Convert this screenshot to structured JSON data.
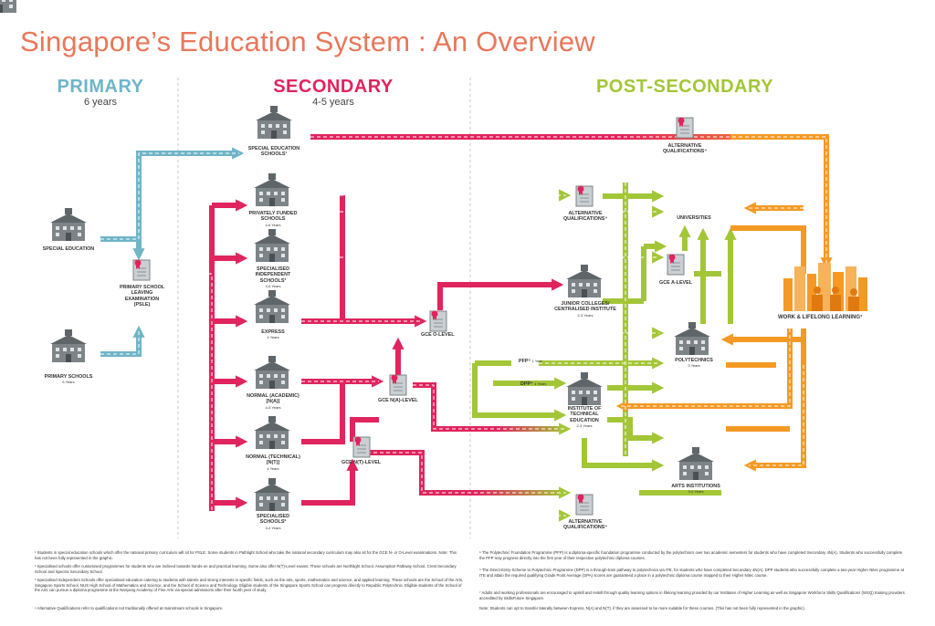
{
  "title": "Singapore’s Education System : An Overview",
  "colors": {
    "primary": "#6fb5c8",
    "secondary": "#e0245e",
    "post_secondary": "#a3c637",
    "lifelong": "#f49a24",
    "title": "#e9775a"
  },
  "phases": {
    "primary": {
      "label": "PRIMARY",
      "duration": "6 years"
    },
    "secondary": {
      "label": "SECONDARY",
      "duration": "4-5 years"
    },
    "post_secondary": {
      "label": "POST-SECONDARY"
    }
  },
  "nodes": {
    "special_education": {
      "name": "SPECIAL EDUCATION",
      "icon": "school-building-icon"
    },
    "primary_schools": {
      "name": "PRIMARY SCHOOLS",
      "years": "6 Years",
      "icon": "school-building-icon"
    },
    "psle": {
      "name": "PRIMARY SCHOOL LEAVING EXAMINATION (PSLE)",
      "icon": "certificate-icon"
    },
    "special_education_schools": {
      "name": "SPECIAL EDUCATION SCHOOLS¹",
      "icon": "school-building-icon"
    },
    "privately_funded": {
      "name": "PRIVATELY FUNDED SCHOOLS",
      "years": "4-6 Years",
      "icon": "school-building-icon"
    },
    "specialised_independent": {
      "name": "SPECIALISED INDEPENDENT SCHOOLS³",
      "years": "4-6 Years",
      "icon": "school-building-icon"
    },
    "express": {
      "name": "EXPRESS",
      "years": "4 Years",
      "icon": "school-building-icon"
    },
    "normal_academic": {
      "name": "NORMAL (ACADEMIC) [N(A)]",
      "years": "4-5 Years",
      "icon": "school-building-icon"
    },
    "normal_technical": {
      "name": "NORMAL (TECHNICAL) [N(T)]",
      "years": "4 Years",
      "icon": "school-building-icon"
    },
    "specialised_schools": {
      "name": "SPECIALISED SCHOOLS²",
      "years": "3-4 Years",
      "icon": "school-building-icon"
    },
    "gce_o_level": {
      "name": "GCE O-LEVEL",
      "icon": "certificate-icon"
    },
    "gce_na_level": {
      "name": "GCE N(A)-LEVEL",
      "icon": "certificate-icon"
    },
    "gce_nt_level": {
      "name": "GCE N(T)-LEVEL",
      "icon": "certificate-icon"
    },
    "alt_quals_top": {
      "name": "ALTERNATIVE QUALIFICATIONS⁴",
      "icon": "certificate-icon"
    },
    "alt_quals_mid": {
      "name": "ALTERNATIVE QUALIFICATIONS⁴",
      "icon": "certificate-icon"
    },
    "alt_quals_bottom": {
      "name": "ALTERNATIVE QUALIFICATIONS⁴",
      "icon": "certificate-icon"
    },
    "universities": {
      "name": "UNIVERSITIES",
      "icon": "university-building-icon"
    },
    "gce_a_level": {
      "name": "GCE A-LEVEL",
      "icon": "certificate-icon"
    },
    "junior_colleges": {
      "name": "JUNIOR COLLEGES/ CENTRALISED INSTITUTE",
      "years": "2-3 Years",
      "icon": "school-building-icon"
    },
    "polytechnics": {
      "name": "POLYTECHNICS",
      "years": "3 Years",
      "icon": "school-building-icon"
    },
    "ite": {
      "name": "INSTITUTE OF TECHNICAL EDUCATION",
      "years": "2-3 Years",
      "icon": "school-building-icon"
    },
    "arts_institutions": {
      "name": "ARTS INSTITUTIONS",
      "years": "3-4 Years",
      "icon": "arts-building-icon"
    },
    "work_lifelong": {
      "name": "WORK & LIFELONG LEARNING⁷",
      "icon": "city-people-icon"
    }
  },
  "pathway_labels": {
    "pfp": "PFP⁵",
    "pfp_years": "1 Year",
    "dpp": "DPP⁶",
    "dpp_years": "4 Years"
  },
  "footnotes": {
    "left": [
      "¹ Students in special education schools which offer the national primary curriculum will sit for PSLE. Some students in Pathlight School who take the national secondary curriculum may also sit for the GCE N- or O-Level examinations. Note: This has not been fully represented in the graphic.",
      "² Specialised schools offer customised programmes for students who are inclined towards hands-on and practical learning. Some also offer N(T)-Level exams. These schools are Northlight School, Assumption Pathway School, Crest Secondary School and Spectra Secondary School.",
      "³ Specialised Independent Schools offer specialised education catering to students with talents and strong interests in specific fields, such as the arts, sports, mathematics and science, and applied learning. These schools are the School of the Arts, Singapore Sports School, NUS High School of Mathematics and Science, and the School of Science and Technology. Eligible students of the Singapore Sports School can progress directly to Republic Polytechnic. Eligible students of the School of the Arts can pursue a diploma programme at the Nanyang Academy of Fine Arts via special admissions after their fourth year of study.",
      "⁴ Alternative Qualifications refer to qualifications not traditionally offered at mainstream schools in Singapore."
    ],
    "right": [
      "⁵ The Polytechnic Foundation Programme (PFP) is a diploma-specific foundation programme conducted by the polytechnics over two academic semesters for students who have completed Secondary 4N(A). Students who successfully complete the PFP may progress directly into the first year of their respective polytechnic diploma courses.",
      "⁶ The Direct-Entry-Scheme to Polytechnic Programme (DPP) is a through-train pathway to polytechnics via ITE, for students who have completed Secondary 4N(A). DPP students who successfully complete a two-year Higher Nitec programme at ITE and attain the required qualifying Grade Point Average (GPA) scores are guaranteed a place in a polytechnic diploma course mapped to their Higher Nitec course.",
      "⁷ Adults and working professionals are encouraged to upskill and reskill through quality learning options in lifelong learning provided by our Institutes of Higher Learning as well as Singapore Workforce Skills Qualifications (WSQ) training providers accredited by SkillsFuture Singapore.",
      "Note: Students can opt to transfer laterally between Express, N(A) and N(T), if they are assessed to be more suitable for these courses. (This has not been fully represented in the graphic)."
    ]
  }
}
